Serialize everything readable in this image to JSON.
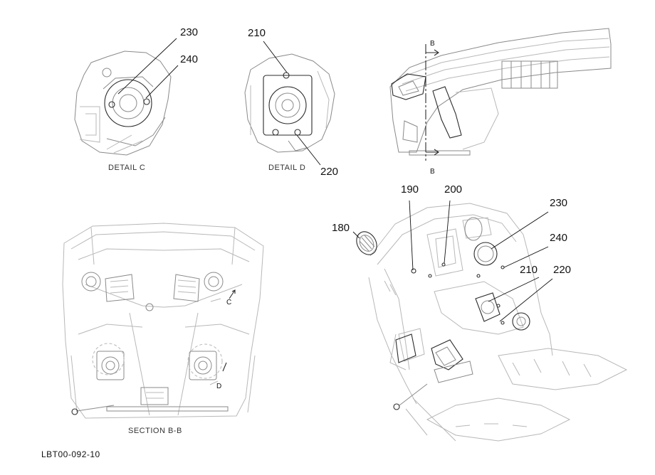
{
  "callouts": {
    "c230_detail": "230",
    "c240_detail": "240",
    "c210_detail": "210",
    "c220_detail": "220",
    "c190": "190",
    "c200": "200",
    "c180": "180",
    "c230": "230",
    "c240": "240",
    "c210": "210",
    "c220": "220"
  },
  "captions": {
    "detail_c": "DETAIL  C",
    "detail_d": "DETAIL  D",
    "section_bb": "SECTION B-B",
    "drawing_code": "LBT00-092-10"
  },
  "section_marks": {
    "b_top": "B",
    "b_bottom": "B",
    "c_mark": "C",
    "d_mark": "D"
  }
}
